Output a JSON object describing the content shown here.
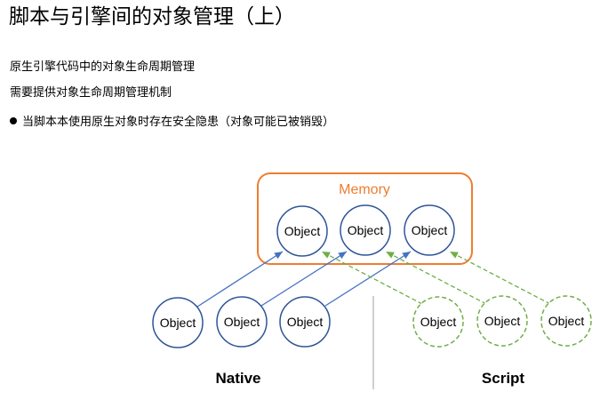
{
  "title": "脚本与引擎间的对象管理（上）",
  "lines": [
    "原生引擎代码中的对象生命周期管理",
    "需要提供对象生命周期管理机制"
  ],
  "bullet": "当脚本本使用原生对象时存在安全隐患（对象可能已被销毁）",
  "diagram": {
    "memory_label": "Memory",
    "object_label": "Object",
    "native_label": "Native",
    "script_label": "Script"
  },
  "colors": {
    "memory": "#ED7D31",
    "native": "#4472C4",
    "script": "#70AD47",
    "divider": "#BFBFBF"
  }
}
